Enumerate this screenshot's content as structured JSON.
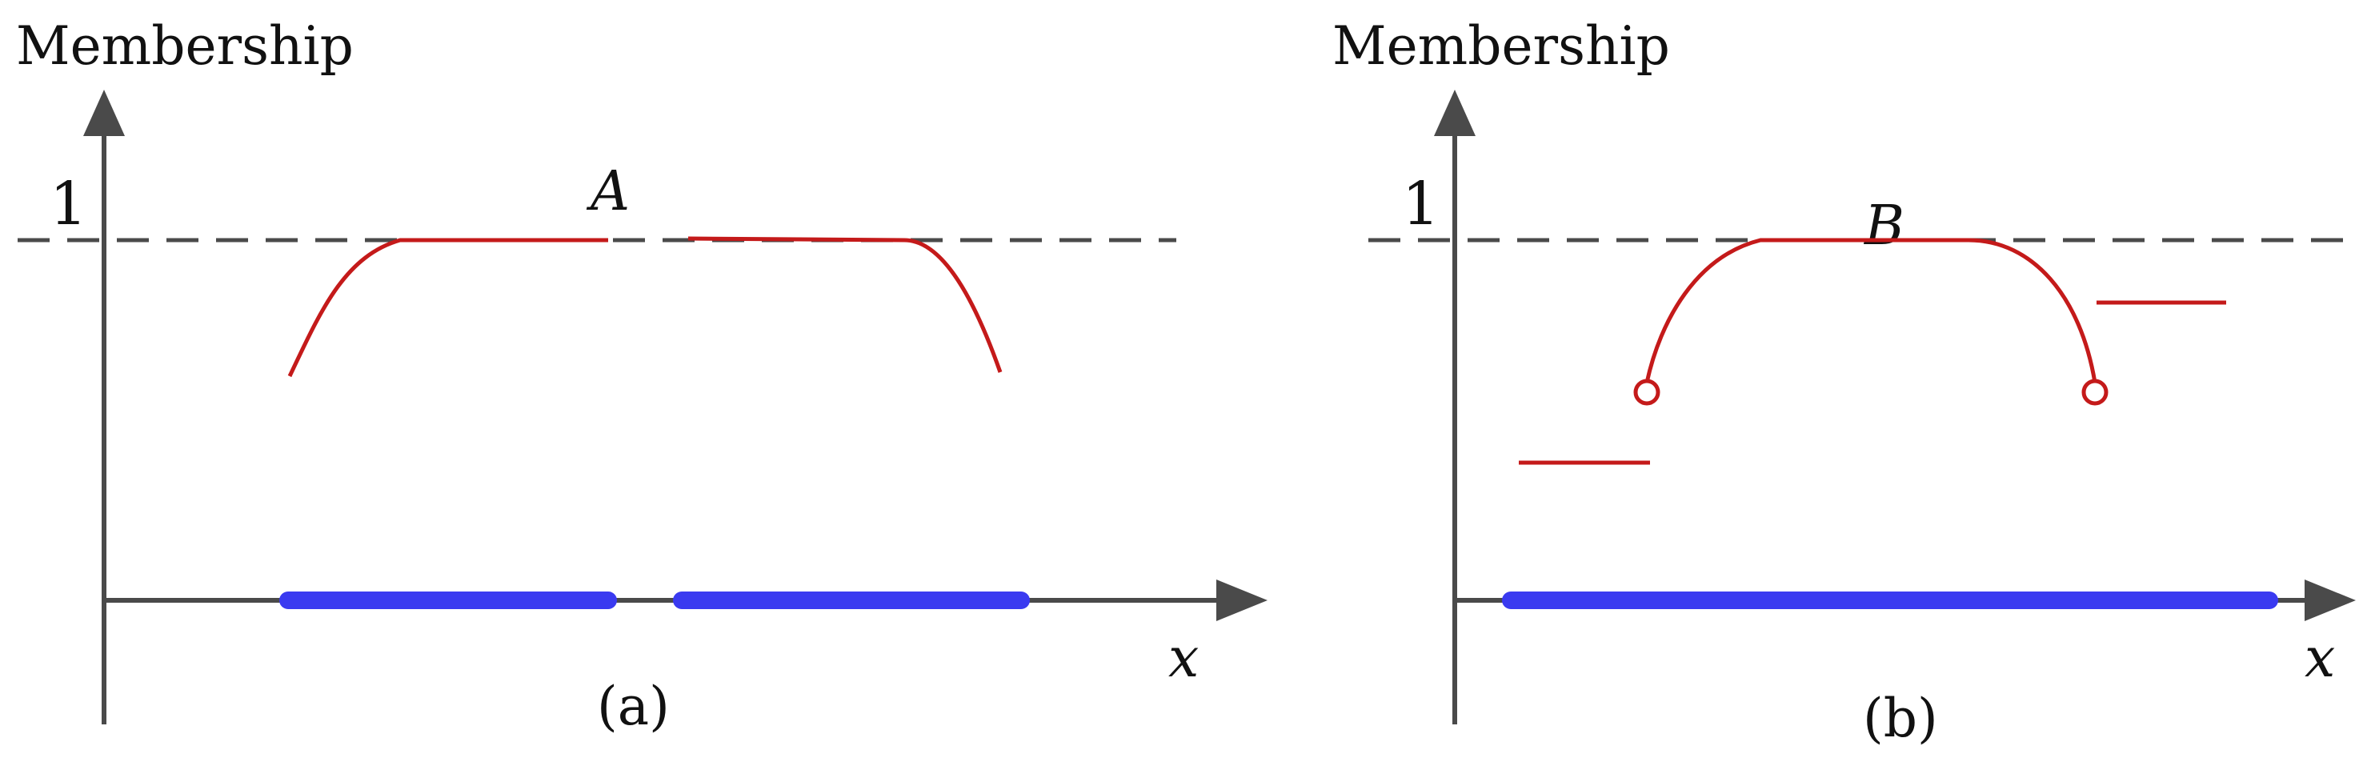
{
  "colors": {
    "axis": "#4a4a4a",
    "membership_curve": "#c41a1a",
    "support_bar": "#3a3af0",
    "reference_line": "#4a4a4a"
  },
  "panels": [
    {
      "y_axis_label": "Membership",
      "level_label": "1",
      "set_label": "A",
      "x_axis_label": "x",
      "caption": "(a)"
    },
    {
      "y_axis_label": "Membership",
      "level_label": "1",
      "set_label": "B",
      "x_axis_label": "x",
      "caption": "(b)"
    }
  ]
}
